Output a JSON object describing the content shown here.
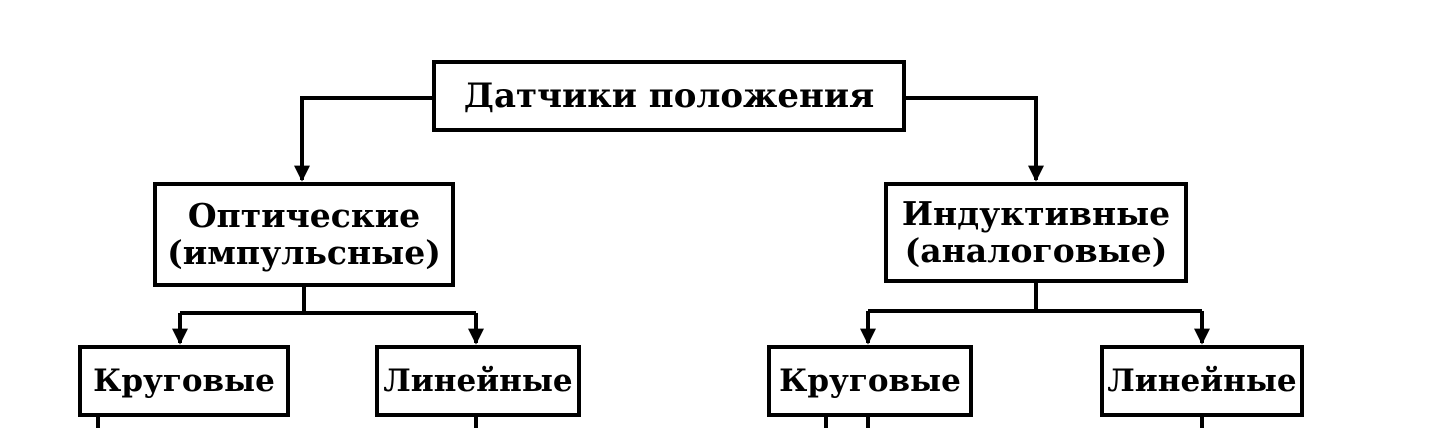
{
  "root": {
    "label": "Датчики положения"
  },
  "left_branch": {
    "line1": "Оптические",
    "line2": "(импульсные)",
    "children": [
      {
        "label": "Круговые"
      },
      {
        "label": "Линейные"
      }
    ]
  },
  "right_branch": {
    "line1": "Индуктивные",
    "line2": "(аналоговые)",
    "children": [
      {
        "label": "Круговые"
      },
      {
        "label": "Линейные"
      }
    ]
  }
}
